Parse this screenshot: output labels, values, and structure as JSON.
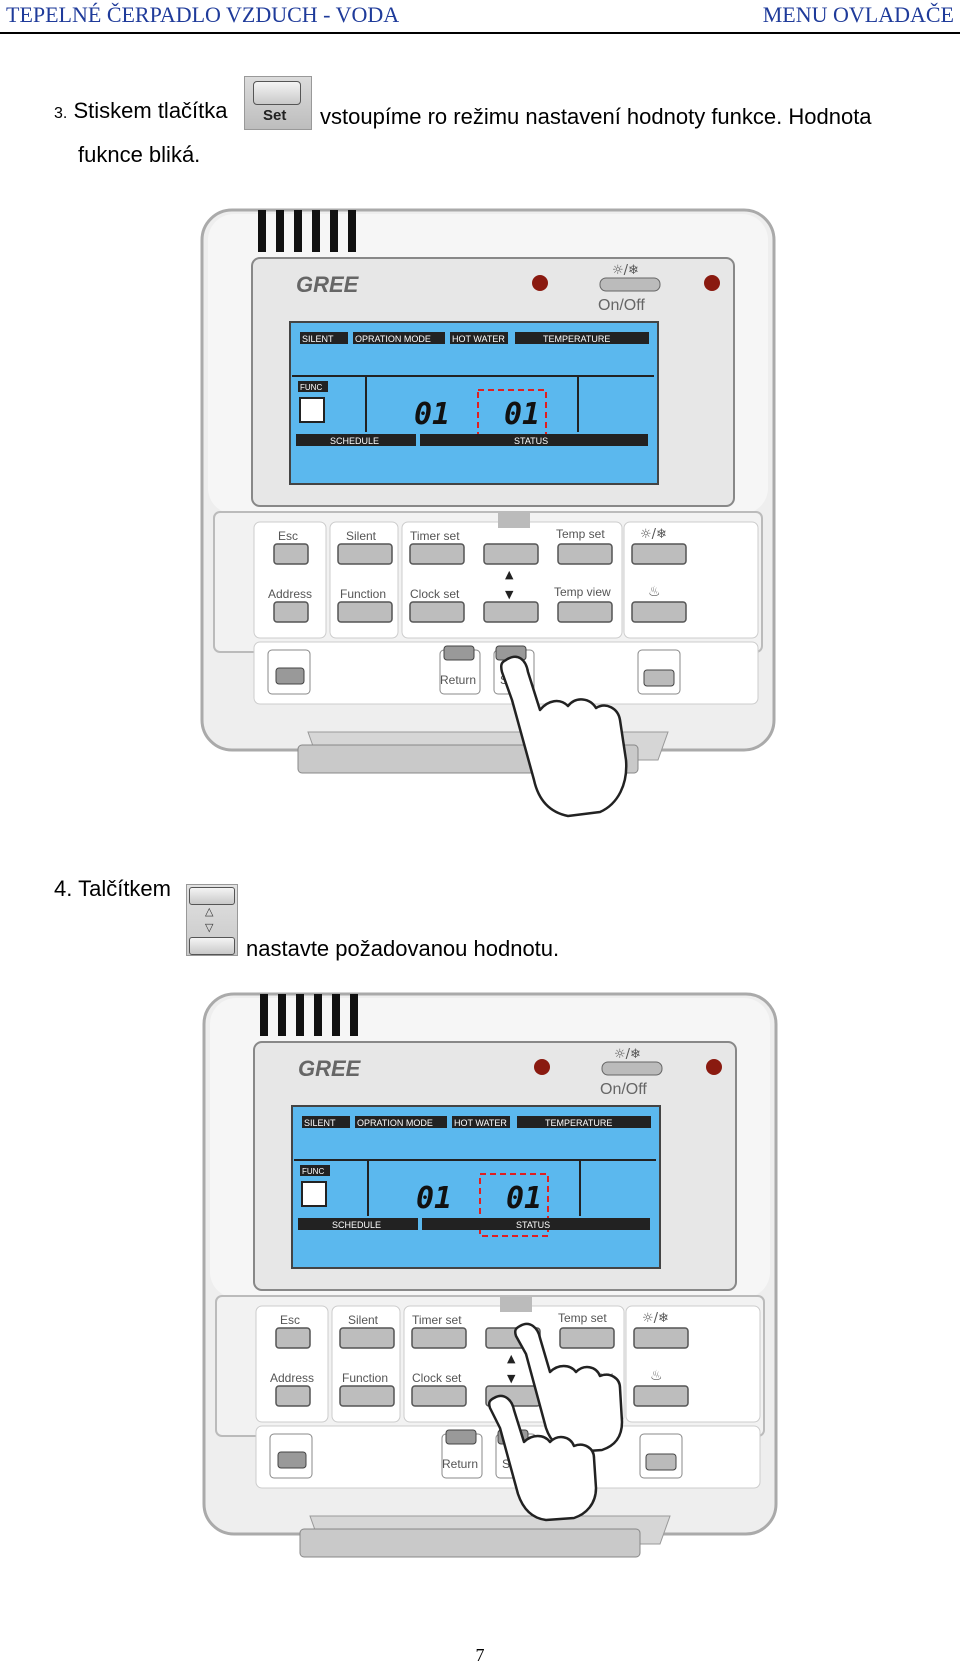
{
  "header": {
    "left": "TEPELNÉ ČERPADLO VZDUCH - VODA",
    "right": "MENU OVLADAČE"
  },
  "step3": {
    "num": "3.",
    "pre": "Stiskem tlačítka",
    "button_label": "Set",
    "post": "vstoupíme ro režimu nastavení hodnoty funkce. Hodnota",
    "line2": "fuknce bliká."
  },
  "step4": {
    "num": "4.",
    "pre": "Talčítkem",
    "post": "nastavte požadovanou hodnotu.",
    "up_glyph": "△",
    "down_glyph": "▽"
  },
  "remote": {
    "brand": "GREE",
    "mode_glyph": "☼/❄",
    "onoff": "On/Off",
    "lcd_tags": [
      "SILENT",
      "OPRATION MODE",
      "HOT WATER",
      "TEMPERATURE"
    ],
    "func_tag": "FUNC",
    "digits_left": "01",
    "digits_right": "01",
    "schedule": "SCHEDULE",
    "status": "STATUS",
    "buttons_row1": [
      "Esc",
      "Silent",
      "Timer set",
      "",
      "Temp set",
      "☼/❄"
    ],
    "buttons_row2": [
      "Address",
      "Function",
      "Clock set",
      "",
      "Temp view",
      "♨"
    ],
    "return_label": "Return",
    "set_label": "Set",
    "up_arrow": "▲",
    "down_arrow": "▼",
    "lcd_color": "#5bb8ee"
  },
  "page_number": "7"
}
